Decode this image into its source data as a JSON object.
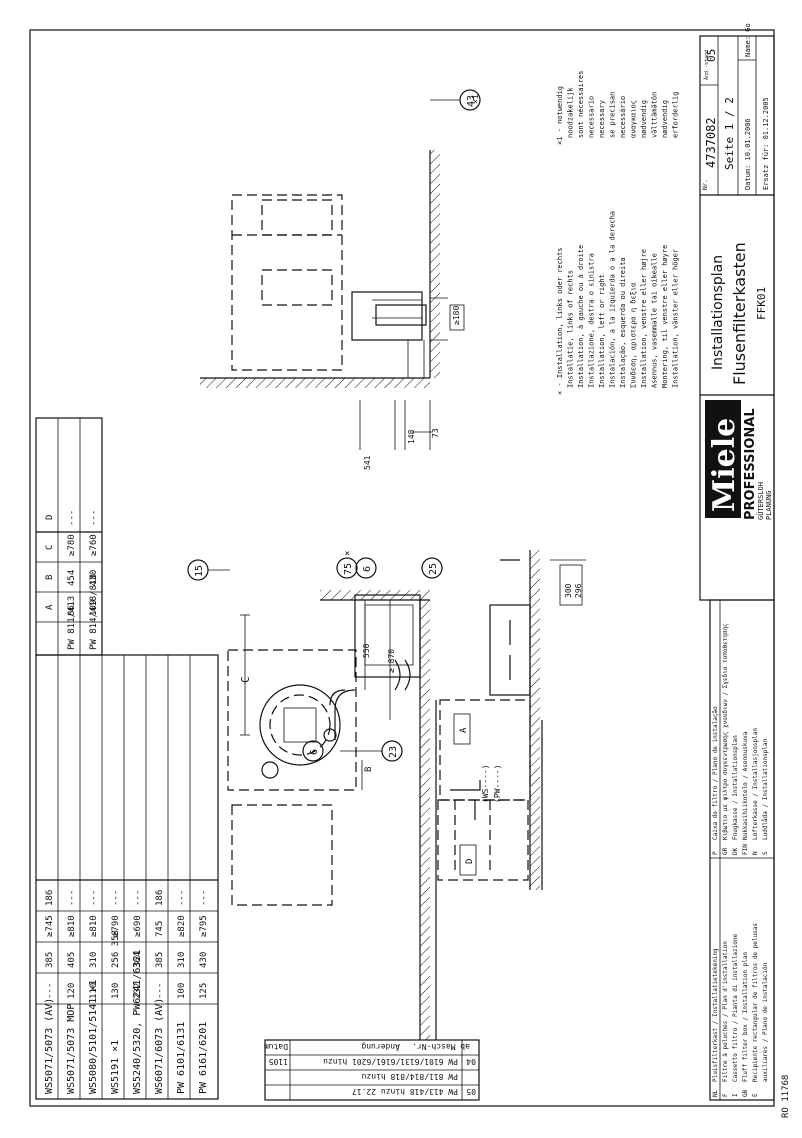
{
  "models_table": {
    "headers": [
      "",
      "A",
      "B",
      "C",
      "D"
    ],
    "rows": [
      [
        "WS5071/5073 (AV)",
        "---",
        "385",
        "≥745",
        "186"
      ],
      [
        "WS5071/5073 MOP",
        "120",
        "405",
        "≥810",
        "---"
      ],
      [
        "WS5080/5101/5141 ×1",
        "110",
        "310",
        "≥810",
        "---"
      ],
      [
        "WS5191 ×1",
        "130",
        "256 358",
        "≥790",
        "---"
      ],
      [
        "WS5240/5320, PW6241/6321",
        "232",
        "364",
        "≥690",
        "---"
      ],
      [
        "WS6071/6073 (AV)",
        "---",
        "385",
        "745",
        "186"
      ],
      [
        "PW 6101/6131",
        "100",
        "310",
        "≥820",
        "---"
      ],
      [
        "PW 6161/6201",
        "125",
        "430",
        "≥795",
        "---"
      ]
    ]
  },
  "pw_table": {
    "headers": [
      "",
      "A",
      "B",
      "C",
      "D"
    ],
    "rows": [
      [
        "PW 811/413",
        "86",
        "454",
        "≥780",
        "---"
      ],
      [
        "PW 814/418/818",
        "109",
        "430",
        "≥760",
        "---"
      ]
    ]
  },
  "revision_table": {
    "col_index": "ab Masch-Nr.",
    "col_change": "Änderung",
    "col_date": "Datum",
    "rows": [
      {
        "index": "04",
        "text": "PW 6101/6131/6161/6201 hinzu",
        "date": "1105"
      },
      {
        "index": "",
        "text": "PW 811/814/818 hinzu",
        "date": ""
      },
      {
        "index": "05",
        "text": "PW 413/418 hinzu 22.17",
        "date": ""
      }
    ]
  },
  "drawing_labels": {
    "dim_c": "C",
    "dim_550": "550",
    "dim_870": "≥ 870",
    "dim_300": "300",
    "dim_296": "296",
    "dim_a": "A",
    "dim_b": "B",
    "dim_d": "D",
    "dim_180": "≥180",
    "dim_541": "541",
    "dim_148": "148",
    "dim_73": "73",
    "ws_pw_1": "(WS----)",
    "ws_pw_2": "(PW----)",
    "x_mark": "×",
    "callouts": [
      "15",
      "75",
      "6",
      "25",
      "6",
      "23",
      "43"
    ],
    "callout_x1": "×1"
  },
  "notes": {
    "x_lines": [
      "× - Installation, links oder rechts",
      "Installatie, links of rechts",
      "Installation, à gauche ou à droite",
      "Installazione, destra o sinistra",
      "Installation, left or right",
      "Instalación, a la izquierda o a la derecha",
      "Instalação, esquerda ou direita",
      "Συνδεση, αριστερα η δεξια",
      "Installation, venstre eller højre",
      "Asennus, vasemmalle tai oikealle",
      "Montering, til venstre eller høyre",
      "Installation, vänster eller höger"
    ],
    "x1_lines": [
      "×1 - notwendig",
      "noodzakelijk",
      "sont nécessaires",
      "necessario",
      "necessary",
      "se precisan",
      "necessário",
      "αναγκαιος",
      "nødvendig",
      "välttämätön",
      "nødvendig",
      "erforderlig"
    ]
  },
  "language_legend": [
    {
      "code": "NL",
      "text": "Pluisfilterkast / Installatietekening"
    },
    {
      "code": "F",
      "text": "Filtre à peluches / Plan d'installation"
    },
    {
      "code": "I",
      "text": "Cassetto filtro / Pianta di installazione"
    },
    {
      "code": "GB",
      "text": "Fluff filter box / Installation plan"
    },
    {
      "code": "E",
      "text": "Recipiente rectangular de filtros de pelusas"
    },
    {
      "code": "",
      "text": "auxiliares / Plano de instalación"
    },
    {
      "code": "P",
      "text": "Caixa do filtro / Plano de instalação"
    },
    {
      "code": "GR",
      "text": "Κιβωτιο με φιλτρο συγκεντρωσης χνουδιων / Σχεδιο τοποθετησης"
    },
    {
      "code": "DK",
      "text": "Fnugkasse / Installationsplan"
    },
    {
      "code": "FIN",
      "text": "Nukkasihiikotelo / Asennuskuva"
    },
    {
      "code": "N",
      "text": "Lofterkasse / Installasjonsplan"
    },
    {
      "code": "S",
      "text": "Luddlåda / Installationsplan"
    }
  ],
  "title_block": {
    "brand": "Miele",
    "brand_sub": "PROFESSIONAL",
    "location_1": "GÜTERSLOH",
    "location_2": "PLANUNG",
    "title_1": "Installationsplan",
    "title_2": "Flusenfilterkasten",
    "model": "FFK01",
    "nr_label": "Nr.",
    "nr": "4737082",
    "index_label": "Änd.-stand",
    "index": "05",
    "page": "Seite 1 / 2",
    "date": "Datum: 10.01.2006",
    "name": "Name: Go",
    "ersatz": "Ersatz für: 01.12.2005"
  },
  "corner_code": "RO 11768"
}
